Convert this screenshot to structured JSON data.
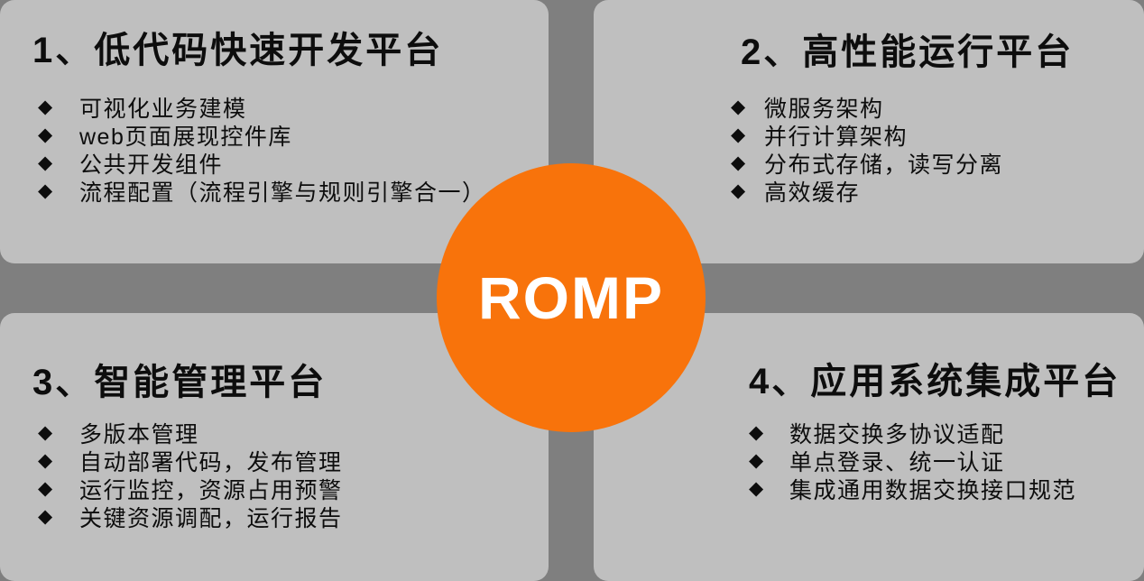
{
  "colors": {
    "background": "#7F7F7F",
    "panel": "#BFBFBF",
    "accent_orange": "#F8730B",
    "text": "#0D0D0D",
    "center_text": "#FFFFFF"
  },
  "bullet_marker": "◆",
  "center": {
    "label": "ROMP"
  },
  "panels": [
    {
      "title": "1、低代码快速开发平台",
      "bullets": [
        "可视化业务建模",
        "web页面展现控件库",
        "公共开发组件",
        "流程配置（流程引擎与规则引擎合一）"
      ]
    },
    {
      "title": "2、高性能运行平台",
      "bullets": [
        "微服务架构",
        "并行计算架构",
        "分布式存储，读写分离",
        "高效缓存"
      ]
    },
    {
      "title": "3、智能管理平台",
      "bullets": [
        "多版本管理",
        "自动部署代码，发布管理",
        "运行监控，资源占用预警",
        "关键资源调配，运行报告"
      ]
    },
    {
      "title": "4、应用系统集成平台",
      "bullets": [
        "数据交换多协议适配",
        "单点登录、统一认证",
        "集成通用数据交换接口规范"
      ]
    }
  ]
}
